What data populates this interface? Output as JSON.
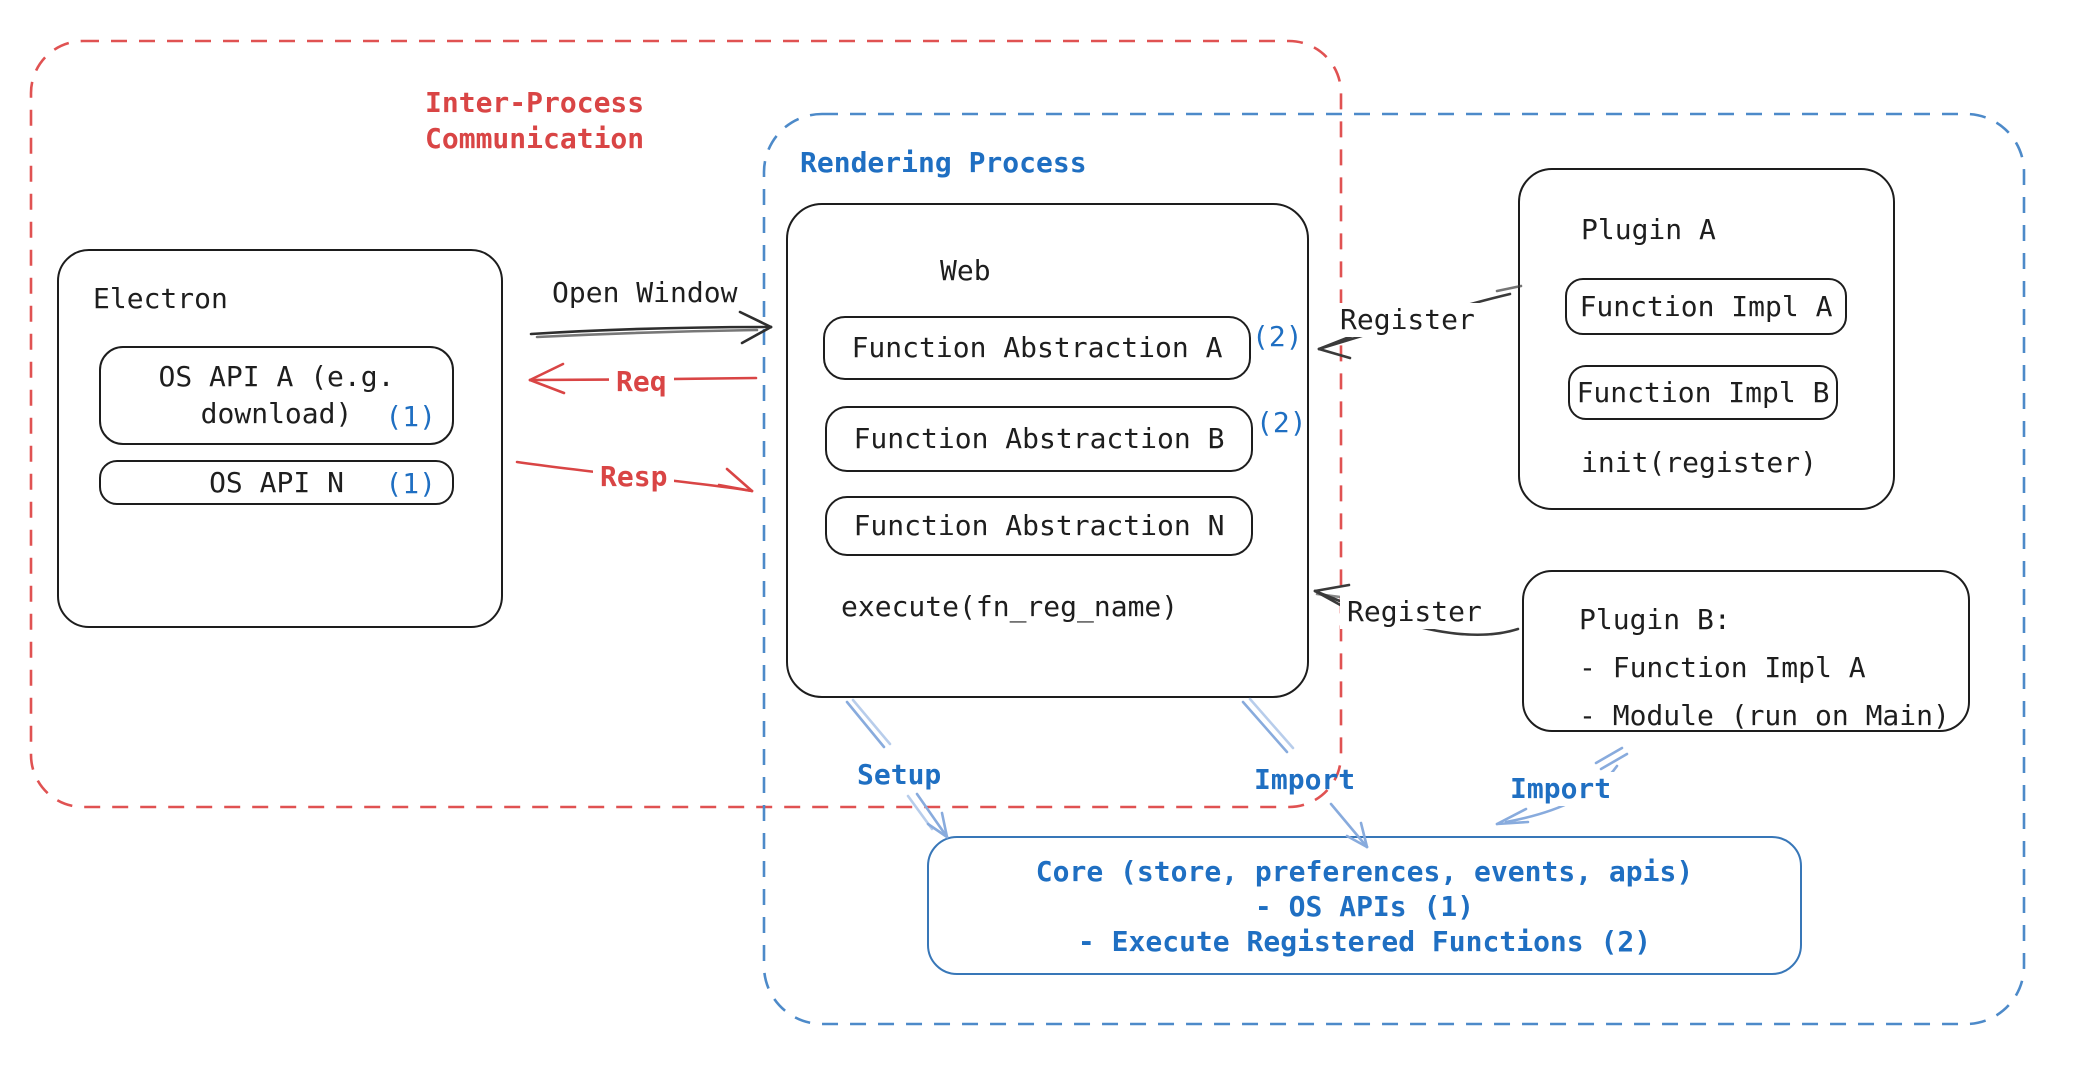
{
  "colors": {
    "red": "#d94545",
    "blue_text": "#1f6fc2",
    "blue_dashed_border": "#4d8ac9",
    "red_dashed_border": "#e05252",
    "arrow_light_blue": "#88abdd",
    "ink": "#1e1e1e"
  },
  "ipc_region": {
    "label_line1": "Inter-Process",
    "label_line2": "Communication"
  },
  "rendering_region": {
    "label": "Rendering Process"
  },
  "electron": {
    "title": "Electron",
    "os_api_a_line1": "OS API A (e.g.",
    "os_api_a_line2": "download)",
    "os_api_a_ref": "(1)",
    "os_api_n": "OS API N",
    "os_api_n_ref": "(1)"
  },
  "web": {
    "title": "Web",
    "fn_abstraction_a": "Function Abstraction A",
    "fn_abstraction_a_ref": "(2)",
    "fn_abstraction_b": "Function Abstraction B",
    "fn_abstraction_b_ref": "(2)",
    "fn_abstraction_n": "Function Abstraction N",
    "execute": "execute(fn_reg_name)"
  },
  "plugin_a": {
    "title": "Plugin A",
    "impl_a": "Function Impl A",
    "impl_b": "Function Impl B",
    "init": "init(register)"
  },
  "plugin_b": {
    "title": "Plugin B:",
    "item1": "- Function Impl A",
    "item2": "- Module (run on Main)"
  },
  "core": {
    "line1": "Core (store, preferences, events, apis)",
    "line2": "- OS APIs (1)",
    "line3": "- Execute Registered Functions (2)"
  },
  "arrows": {
    "open_window": "Open Window",
    "req": "Req",
    "resp": "Resp",
    "register_top": "Register",
    "register_bottom": "Register",
    "setup": "Setup",
    "import_web": "Import",
    "import_plugin": "Import"
  }
}
